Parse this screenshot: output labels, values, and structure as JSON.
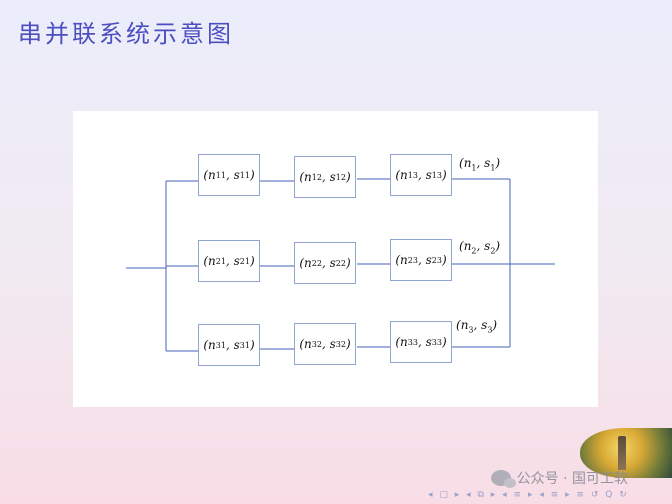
{
  "title": "串并联系统示意图",
  "diagram": {
    "rows": [
      {
        "boxes": [
          {
            "n": "n",
            "ns": "11",
            "s": "s",
            "ss": "11"
          },
          {
            "n": "n",
            "ns": "12",
            "s": "s",
            "ss": "12"
          },
          {
            "n": "n",
            "ns": "13",
            "s": "s",
            "ss": "13"
          }
        ],
        "result": {
          "n": "n",
          "ns": "1",
          "s": "s",
          "ss": "1"
        }
      },
      {
        "boxes": [
          {
            "n": "n",
            "ns": "21",
            "s": "s",
            "ss": "21"
          },
          {
            "n": "n",
            "ns": "22",
            "s": "s",
            "ss": "22"
          },
          {
            "n": "n",
            "ns": "23",
            "s": "s",
            "ss": "23"
          }
        ],
        "result": {
          "n": "n",
          "ns": "2",
          "s": "s",
          "ss": "2"
        }
      },
      {
        "boxes": [
          {
            "n": "n",
            "ns": "31",
            "s": "s",
            "ss": "31"
          },
          {
            "n": "n",
            "ns": "32",
            "s": "s",
            "ss": "32"
          },
          {
            "n": "n",
            "ns": "33",
            "s": "s",
            "ss": "33"
          }
        ],
        "result": {
          "n": "n",
          "ns": "3",
          "s": "s",
          "ss": "3"
        }
      }
    ],
    "line_color": "#4a62b8",
    "box_border_color": "#8fa7cf"
  },
  "watermark": {
    "text": "公众号 · 国可工软",
    "icon": "wechat-icon"
  },
  "navigation": {
    "glyphs": "◂ ▢ ▸ ◂ ⧉ ▸ ◂ ≡ ▸ ◂ ≡ ▸ ≡ ↺ Q ↻"
  },
  "badge": {
    "icon": "campus-tower-icon"
  }
}
